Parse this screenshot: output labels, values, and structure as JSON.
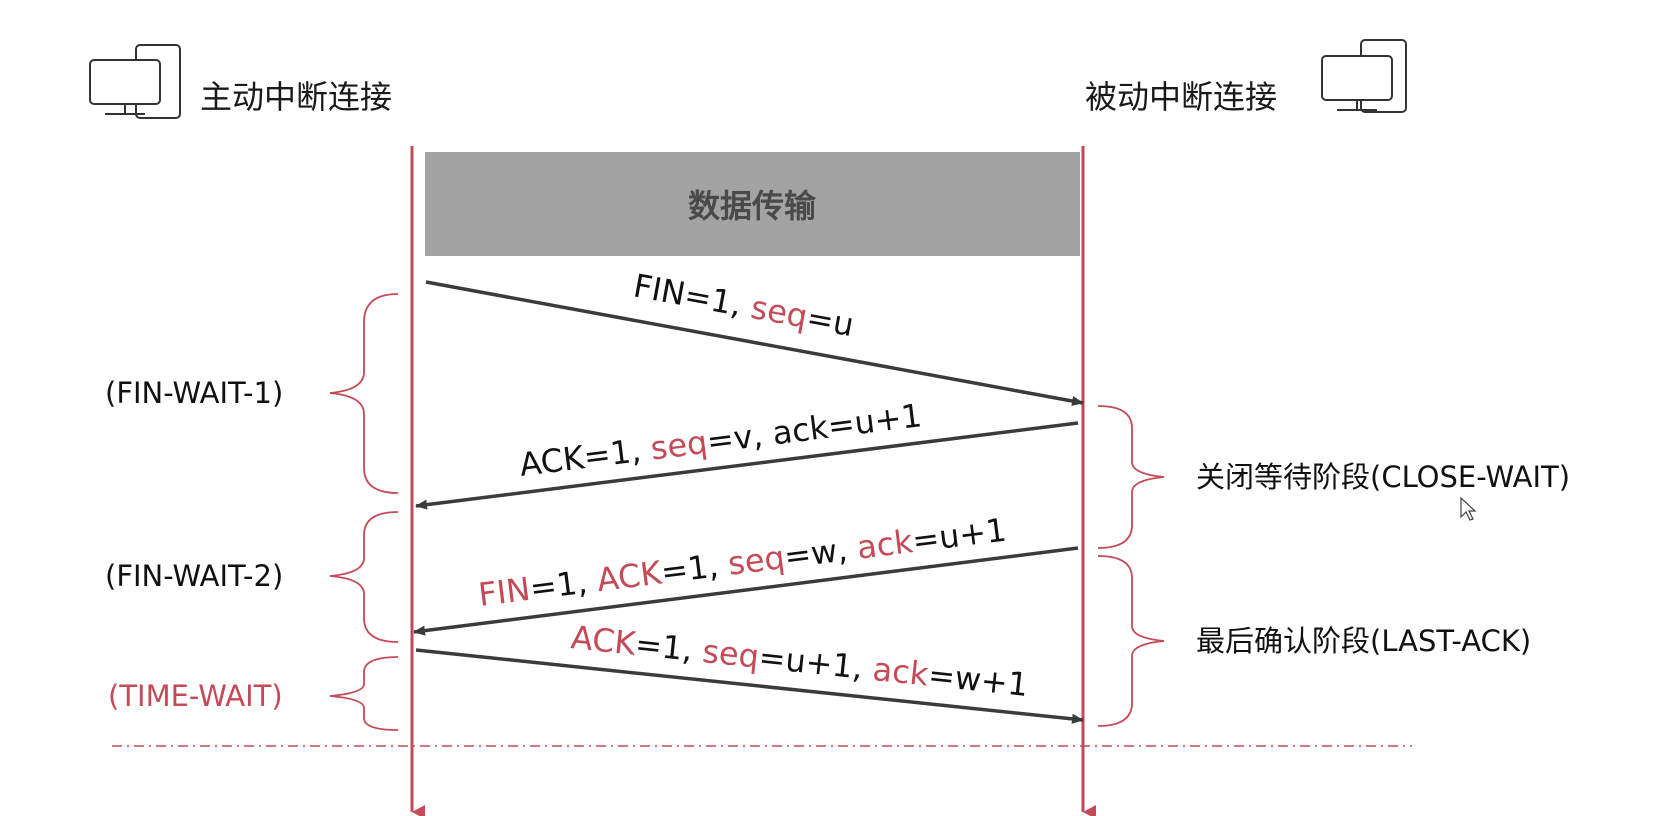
{
  "colors": {
    "accent_red": "#c54a58",
    "text_dark": "#111111",
    "arrow_dark": "#3b3b3b",
    "banner_bg": "#a3a3a3",
    "banner_text": "#4a4a4a"
  },
  "left_host": {
    "label": "主动中断连接",
    "icon": "computer-icon"
  },
  "right_host": {
    "label": "被动中断连接",
    "icon": "computer-icon"
  },
  "banner": {
    "label": "数据传输"
  },
  "messages": {
    "fin": {
      "p1": "FIN=1, ",
      "p2": "seq",
      "p3": "=u"
    },
    "ack1": {
      "p1": "ACK=1, ",
      "p2": "seq",
      "p3": "=v, ack=u+1"
    },
    "fin_ack": {
      "p1": "FIN",
      "p2": "=1, ",
      "p3": "ACK",
      "p4": "=1, ",
      "p5": "seq",
      "p6": "=w, ",
      "p7": "ack",
      "p8": "=u+1"
    },
    "ack2": {
      "p1": "ACK",
      "p2": "=1, ",
      "p3": "seq",
      "p4": "=u+1, ",
      "p5": "ack",
      "p6": "=w+1"
    }
  },
  "left_states": {
    "fin_wait_1": "(FIN-WAIT-1)",
    "fin_wait_2": "(FIN-WAIT-2)",
    "time_wait": "(TIME-WAIT)"
  },
  "right_phases": {
    "close_wait": "关闭等待阶段(CLOSE-WAIT)",
    "last_ack": "最后确认阶段(LAST-ACK)"
  }
}
